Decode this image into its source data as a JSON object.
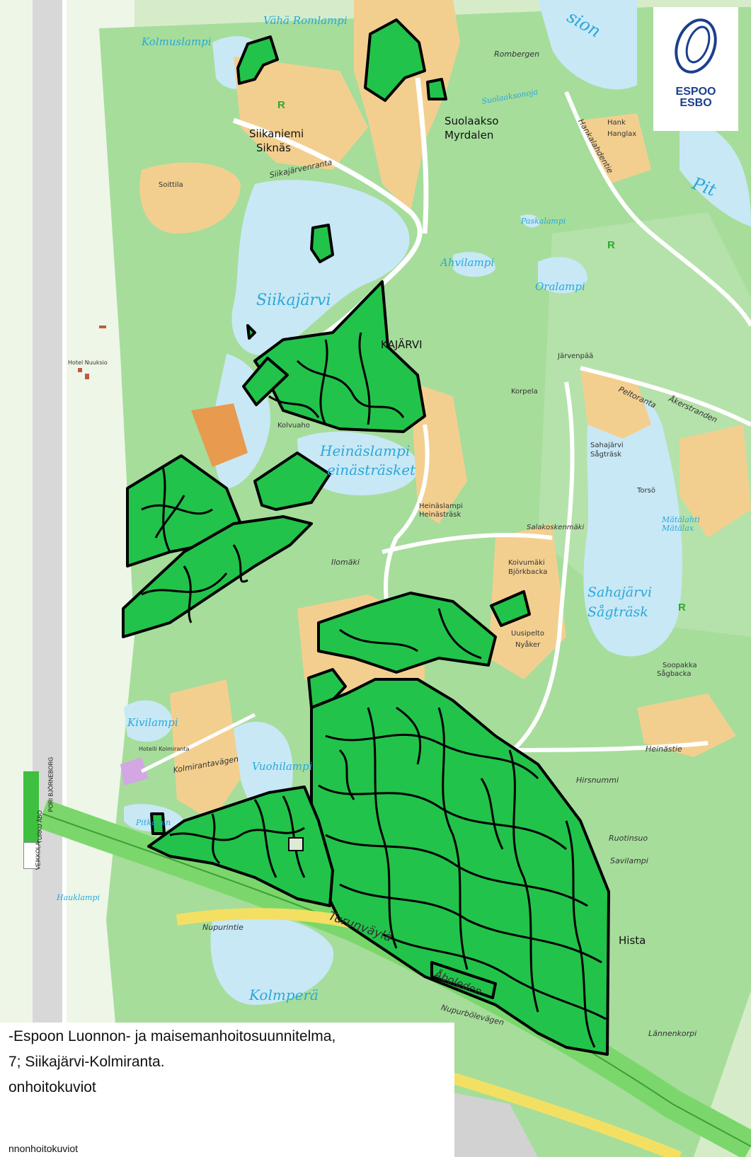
{
  "logo": {
    "line1": "ESPOO",
    "line2": "ESBO",
    "icon": "espoo-crest-icon",
    "color": "#1a3f8f"
  },
  "legend": {
    "line1": "-Espoon Luonnon- ja maisemanhoitosuunnitelma,",
    "line2": "7; Siikajärvi-Kolmiranta.",
    "line3": "onhoitokuviot",
    "line4": "nnonhoitokuviot"
  },
  "road_sign": {
    "top": "PORI BJÖRNEBORG",
    "mid": "TURKU ÅBO",
    "bottom": "VEIKKOLA"
  },
  "colors": {
    "land": "#cfe9c2",
    "forest": "#8fd68a",
    "water": "#c8e8f6",
    "residential": "#f3cf8f",
    "compartment": "#22c34a",
    "outline": "#000000",
    "highway": "#8ee37f"
  },
  "labels": {
    "vaha_romlampi": "Vähä Romlampi",
    "kolmuslampi": "Kolmuslampi",
    "sion": "sion",
    "rombergen": "Rombergen",
    "suolaaksonoja": "Suolaaksonoja",
    "suolaakso": "Suolaakso",
    "myrdalen": "Myrdalen",
    "siikaniemi": "Siikaniemi",
    "siknas": "Siknäs",
    "soittila": "Soittila",
    "siikajarvenranta": "Siikajärvenranta",
    "siikajarvi": "Siikajärvi",
    "kajarvi": "KAJÄRVI",
    "paskalampi": "Paskalampi",
    "ahvilampi": "Ahvilampi",
    "oralampi": "Oralampi",
    "pit": "Pit",
    "hank": "Hank",
    "hanglax": "Hanglax",
    "hankalahdentie": "Hankalahdentie",
    "heinaslampi": "Heinäslampi",
    "heinastrasket": "einästräsket",
    "heinaslampi_small": "Heinäslampi",
    "heinastrask_small": "Heinästräsk",
    "peltoranta": "Peltoranta",
    "akerstranden": "Åkerstranden",
    "sahajarvi_small": "Sahajärvi",
    "sagtrask_small": "Sågträsk",
    "torso": "Torsö",
    "matalahti": "Mätälahti",
    "matalax": "Mätälax",
    "salakoskenmaki": "Salakoskenmäki",
    "koivumaki": "Koivumäki",
    "bjorkbacka": "Björkbacka",
    "sahajarvi": "Sahajärvi",
    "sagtrask": "Sågträsk",
    "uusipelto": "Uusipelto",
    "nyaker": "Nyåker",
    "soopakka": "Soopakka",
    "sagbacka": "Sågbacka",
    "ilomaki": "Ilomäki",
    "kivilampi": "Kivilampi",
    "vuohilampi": "Vuohilampi",
    "kolmirantavagen": "Kolmirantavägen",
    "pitkanen": "Pitkänen",
    "hauklampi": "Hauklampi",
    "nupurintie": "Nupurintie",
    "turunvayla": "Turunväylä",
    "aboleden": "Åboleden",
    "nupurbolevagen": "Nupurbölevägen",
    "kolmpera": "Kolmperä",
    "hirsnummi": "Hirsnummi",
    "ruotinsuo": "Ruotinsuo",
    "savilampi": "Savilampi",
    "hista": "Hista",
    "lannenkorpi": "Lännenkorpi",
    "heinastie": "Heinästie",
    "kolvuaho": "Kolvuaho",
    "korpela": "Korpela",
    "jarvenpaa": "Järvenpää",
    "hotel_nuuksio": "Hotel Nuuksio",
    "hotelli_kolmiranta": "Hotelli Kolmiranta"
  }
}
